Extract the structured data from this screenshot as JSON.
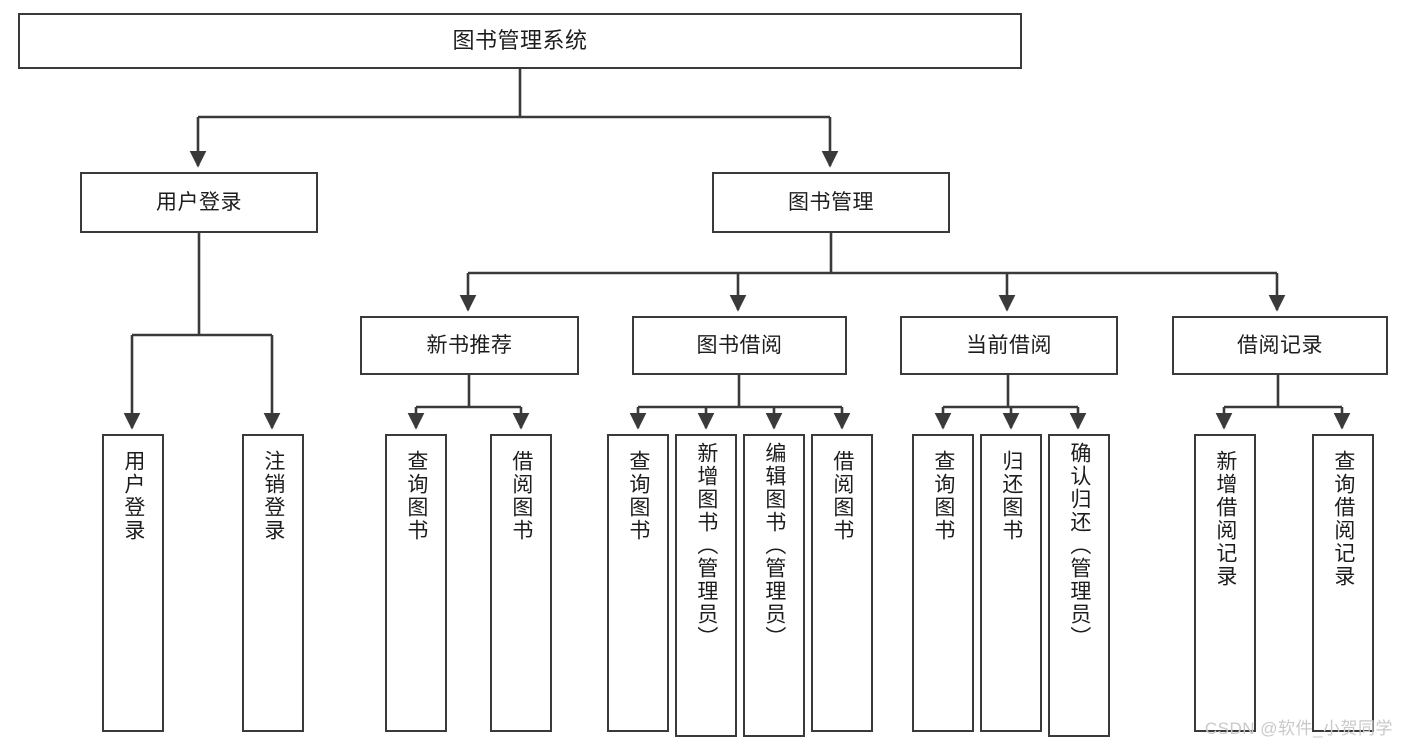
{
  "diagram": {
    "title": "图书管理系统",
    "type": "tree-hierarchy",
    "orientation": "top-down",
    "colors": {
      "background": "#ffffff",
      "node_border": "#3a3a3a",
      "node_fill": "#ffffff",
      "edge": "#3a3a3a",
      "text": "#1d1d1d",
      "watermark": "#c9c9c9"
    }
  },
  "nodes": {
    "root": {
      "label": "图书管理系统"
    },
    "level2": [
      {
        "id": "user-login",
        "label": "用户登录"
      },
      {
        "id": "book-manage",
        "label": "图书管理"
      }
    ],
    "level3": [
      {
        "id": "new-book-recommend",
        "label": "新书推荐"
      },
      {
        "id": "book-borrow",
        "label": "图书借阅"
      },
      {
        "id": "current-borrow",
        "label": "当前借阅"
      },
      {
        "id": "borrow-record",
        "label": "借阅记录"
      }
    ],
    "leaves": [
      {
        "id": "leaf-user-login",
        "label": "用户登录",
        "parent": "user-login"
      },
      {
        "id": "leaf-user-logout",
        "label": "注销登录",
        "parent": "user-login"
      },
      {
        "id": "leaf-query-book-1",
        "label": "查询图书",
        "parent": "new-book-recommend"
      },
      {
        "id": "leaf-borrow-book-1",
        "label": "借阅图书",
        "parent": "new-book-recommend"
      },
      {
        "id": "leaf-query-book-2",
        "label": "查询图书",
        "parent": "book-borrow"
      },
      {
        "id": "leaf-add-book",
        "label": "新增图书（管理员）",
        "parent": "book-borrow"
      },
      {
        "id": "leaf-edit-book",
        "label": "编辑图书（管理员）",
        "parent": "book-borrow"
      },
      {
        "id": "leaf-borrow-book-2",
        "label": "借阅图书",
        "parent": "book-borrow"
      },
      {
        "id": "leaf-query-book-3",
        "label": "查询图书",
        "parent": "current-borrow"
      },
      {
        "id": "leaf-return-book",
        "label": "归还图书",
        "parent": "current-borrow"
      },
      {
        "id": "leaf-confirm-return",
        "label": "确认归还（管理员）",
        "parent": "current-borrow"
      },
      {
        "id": "leaf-add-record",
        "label": "新增借阅记录",
        "parent": "borrow-record"
      },
      {
        "id": "leaf-query-record",
        "label": "查询借阅记录",
        "parent": "borrow-record"
      }
    ]
  },
  "watermark": {
    "text": "CSDN @软件_小贺同学"
  }
}
